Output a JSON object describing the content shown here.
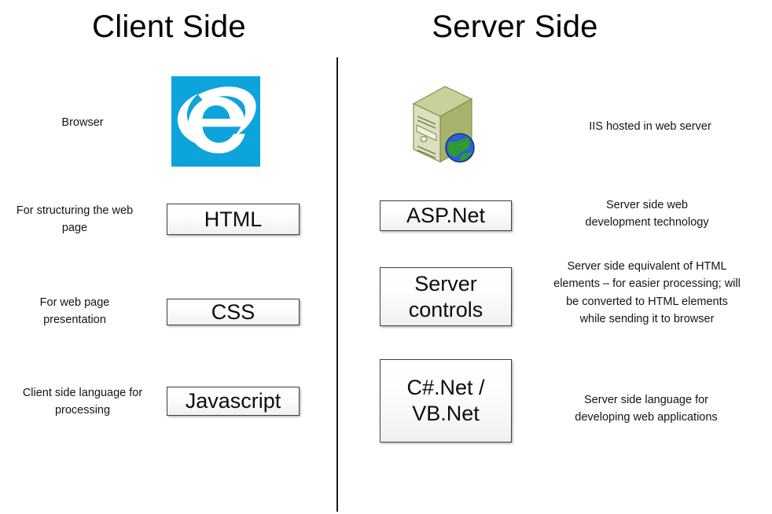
{
  "headings": {
    "client": "Client Side",
    "server": "Server Side"
  },
  "client_column": {
    "rows": [
      {
        "label": "Browser",
        "item": "",
        "icon": "internet-explorer-icon"
      },
      {
        "label": "For structuring the web\npage",
        "item": "HTML",
        "icon": ""
      },
      {
        "label": "For web page\npresentation",
        "item": "CSS",
        "icon": ""
      },
      {
        "label": "Client side language for\nprocessing",
        "item": "Javascript",
        "icon": ""
      }
    ]
  },
  "server_column": {
    "rows": [
      {
        "item": "",
        "icon": "web-server-icon",
        "description": "IIS hosted in web server"
      },
      {
        "item": "ASP.Net",
        "icon": "",
        "description": "Server side web\ndevelopment technology"
      },
      {
        "item": "Server\ncontrols",
        "icon": "",
        "description": "Server side equivalent of HTML\nelements – for easier processing; will\nbe converted to HTML elements\nwhile sending it to browser"
      },
      {
        "item": "C#.Net /\nVB.Net",
        "icon": "",
        "description": "Server side language for\ndeveloping web applications"
      }
    ]
  },
  "colors": {
    "background": "#ffffff",
    "text": "#000000",
    "divider": "#1a1a1a",
    "ie_tile_blue": "#0DA3DB",
    "ie_glyph_white": "#ffffff",
    "server_front": "#DCE0C0",
    "server_top": "#C9D09A",
    "server_side": "#A7B36C",
    "server_outline": "#7F8A4E",
    "globe_blue": "#1E4FC8",
    "globe_green": "#2E8B2E",
    "box_border": "#404040",
    "box_fill": "#f4f4f4"
  }
}
